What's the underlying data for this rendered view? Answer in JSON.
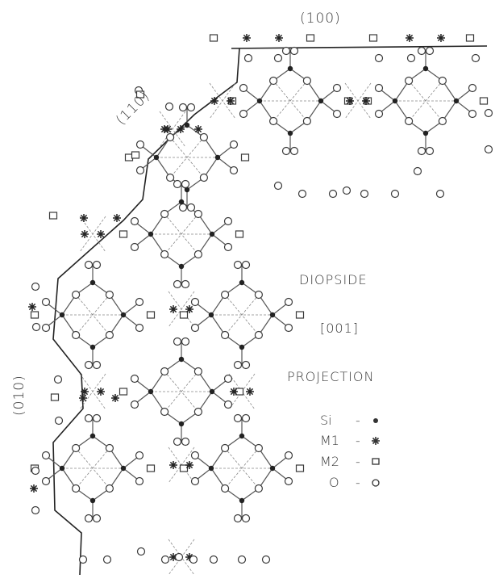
{
  "planes": {
    "p100": "(100)",
    "p110": "(110)",
    "p010": "(010)"
  },
  "caption": {
    "mineral": "DIOPSIDE",
    "direction": "[001]",
    "projection": "PROJECTION"
  },
  "legend": [
    {
      "element": "Si",
      "sep": "-",
      "symbol": "filled-dot-icon"
    },
    {
      "element": "M1",
      "sep": "-",
      "symbol": "asterisk-icon"
    },
    {
      "element": "M2",
      "sep": "-",
      "symbol": "open-square-icon"
    },
    {
      "element": "O",
      "sep": "-",
      "symbol": "open-circle-icon"
    }
  ],
  "colors": {
    "ink": "#3a3a3a",
    "bond": "#555555",
    "background": "#ffffff"
  }
}
